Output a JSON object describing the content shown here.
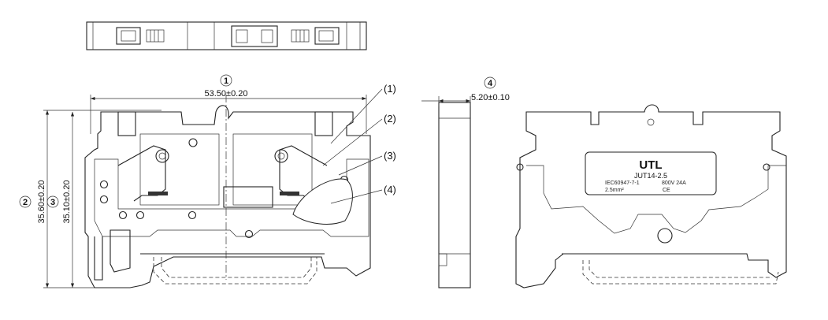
{
  "dimensions": {
    "width": {
      "marker": "1",
      "value": "53.50±0.20"
    },
    "height_total": {
      "marker": "2",
      "value": "35.60±0.20"
    },
    "height_body": {
      "marker": "3",
      "value": "35.10±0.20"
    },
    "thickness": {
      "marker": "4",
      "value": "5.20±0.10"
    }
  },
  "callouts": [
    "(1)",
    "(2)",
    "(3)",
    "(4)"
  ],
  "label_plate": {
    "brand": "UTL",
    "model": "JUT14-2.5",
    "standard": "IEC60947-7-1",
    "rating": "800V 24A",
    "cross_section": "2.5mm²",
    "mark": "CE"
  }
}
